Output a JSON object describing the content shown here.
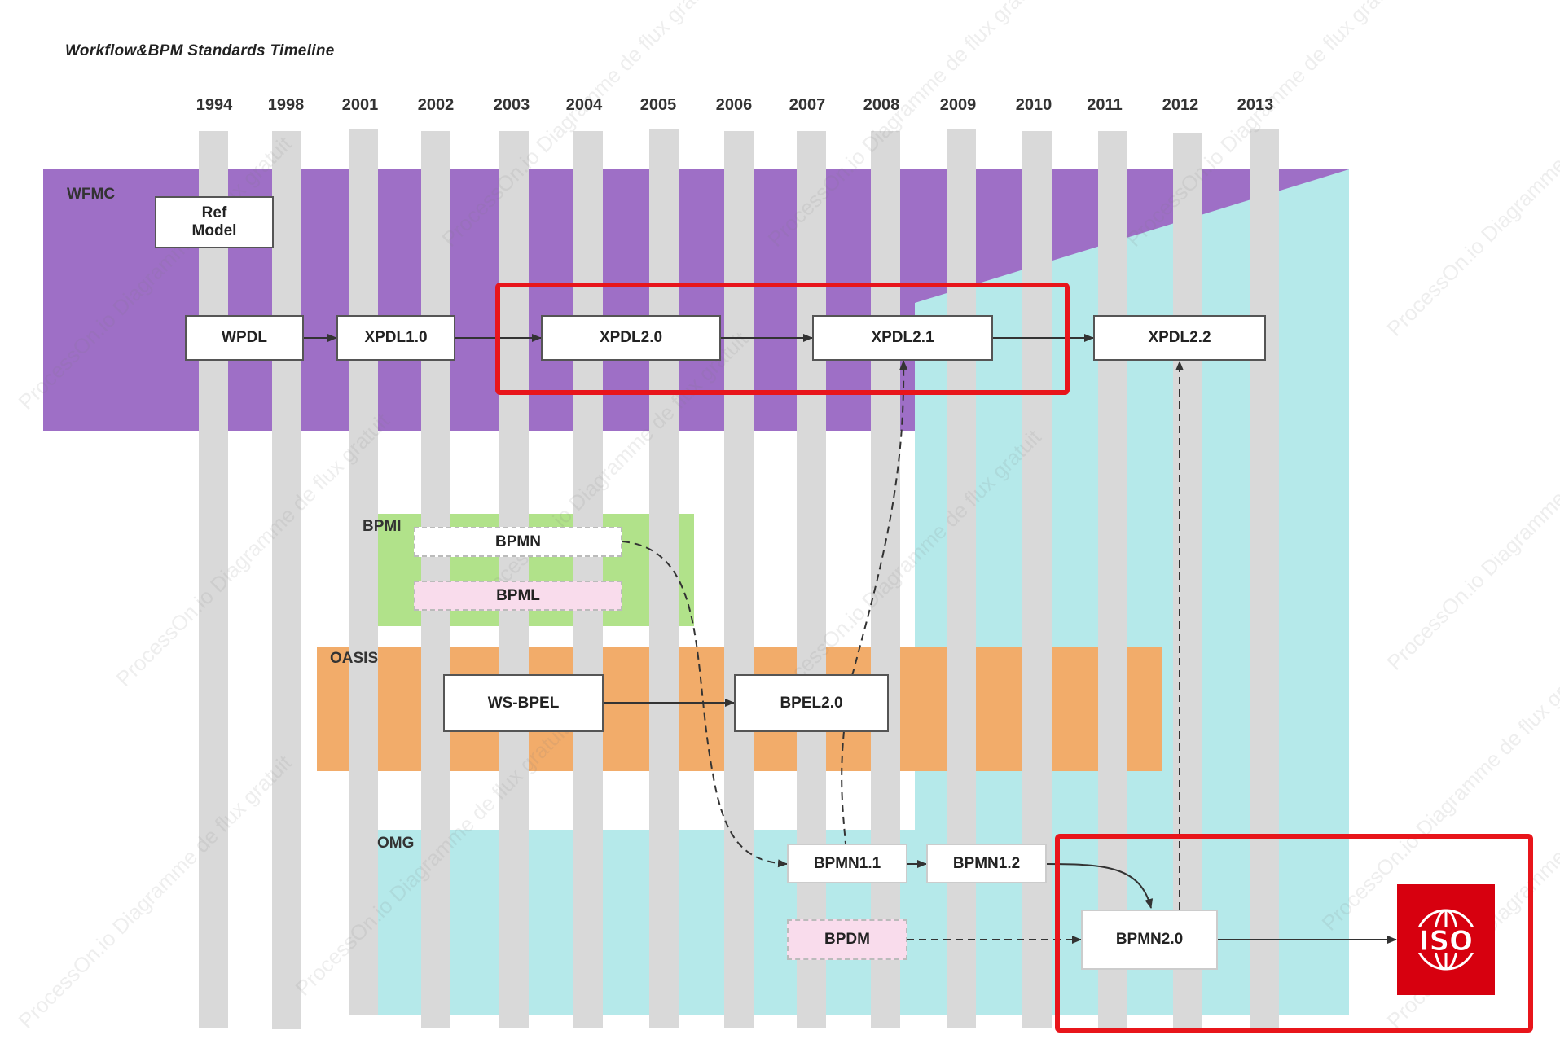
{
  "title": "Workflow&BPM  Standards  Timeline",
  "years": [
    "1994",
    "1998",
    "2001",
    "2002",
    "2003",
    "2004",
    "2005",
    "2006",
    "2007",
    "2008",
    "2009",
    "2010",
    "2011",
    "2012",
    "2013"
  ],
  "regions": {
    "wfmc": "WFMC",
    "bpmi": "BPMI",
    "oasis": "OASIS",
    "omg": "OMG"
  },
  "boxes": {
    "ref_model": "Ref\nModel",
    "wpdl": "WPDL",
    "xpdl10": "XPDL1.0",
    "xpdl20": "XPDL2.0",
    "xpdl21": "XPDL2.1",
    "xpdl22": "XPDL2.2",
    "bpmn": "BPMN",
    "bpml": "BPML",
    "ws_bpel": "WS-BPEL",
    "bpel20": "BPEL2.0",
    "bpmn11": "BPMN1.1",
    "bpmn12": "BPMN1.2",
    "bpdm": "BPDM",
    "bpmn20": "BPMN2.0"
  },
  "iso_logo": "ISO",
  "watermark": "ProcessOn.io Diagramme de flux gratuit",
  "colors": {
    "wfmc": "#9e6fc6",
    "bpmi": "#b1e28a",
    "oasis": "#f2ac6a",
    "omg": "#b5e9ea",
    "bars": "#d9d9d9",
    "highlight": "#e8151b",
    "iso": "#d7000f",
    "pink_box": "#f9dcec"
  }
}
